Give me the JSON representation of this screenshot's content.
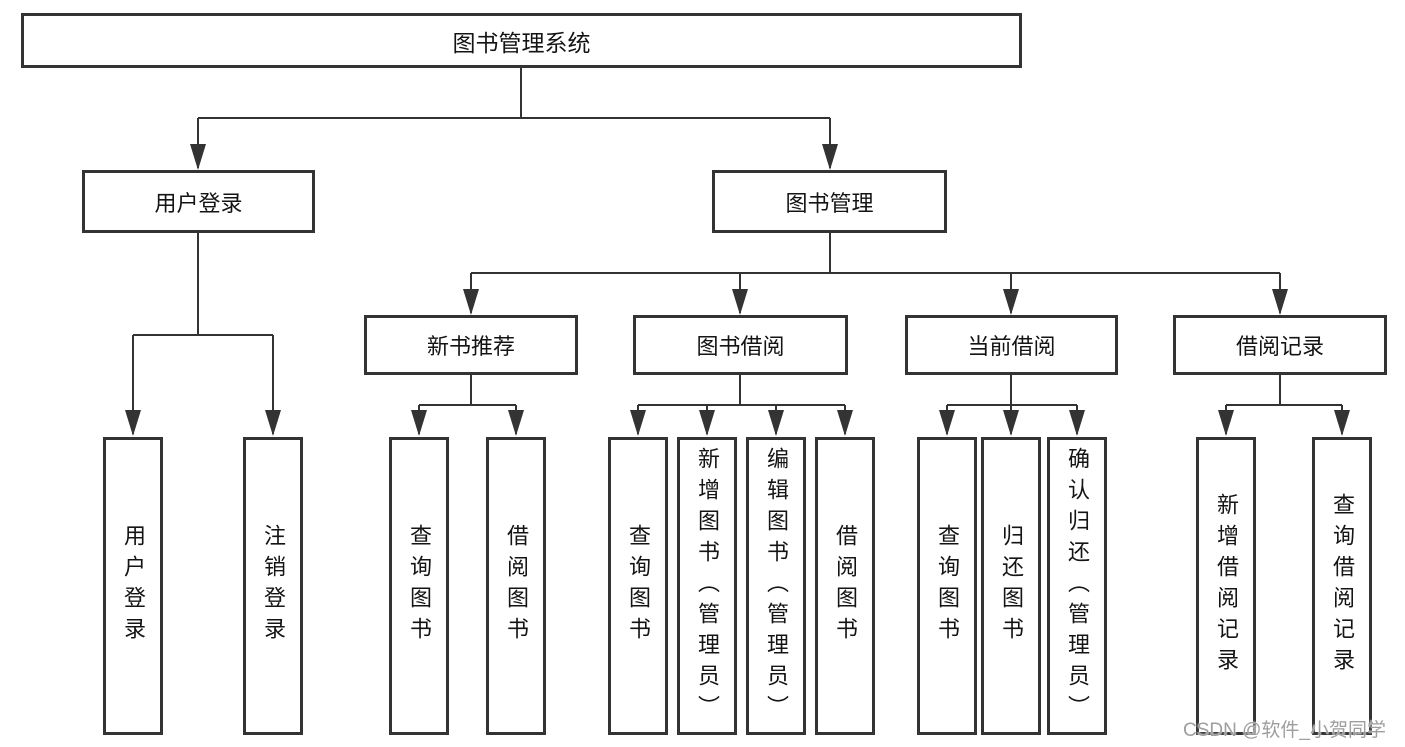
{
  "colors": {
    "background": "#ffffff",
    "line": "#333333",
    "box_border": "#333333",
    "text": "#141414",
    "watermark": "#9e9e9e"
  },
  "watermark": {
    "text": "CSDN @软件_小贺同学"
  },
  "tree": {
    "root": {
      "label": "图书管理系统"
    },
    "branches": [
      {
        "label": "用户登录",
        "children": [
          {
            "label": "用户登录"
          },
          {
            "label": "注销登录"
          }
        ]
      },
      {
        "label": "图书管理",
        "groups": [
          {
            "label": "新书推荐",
            "children": [
              {
                "label": "查询图书"
              },
              {
                "label": "借阅图书"
              }
            ]
          },
          {
            "label": "图书借阅",
            "children": [
              {
                "label": "查询图书"
              },
              {
                "label": "新增图书（管理员）"
              },
              {
                "label": "编辑图书（管理员）"
              },
              {
                "label": "借阅图书"
              }
            ]
          },
          {
            "label": "当前借阅",
            "children": [
              {
                "label": "查询图书"
              },
              {
                "label": "归还图书"
              },
              {
                "label": "确认归还（管理员）"
              }
            ]
          },
          {
            "label": "借阅记录",
            "children": [
              {
                "label": "新增借阅记录"
              },
              {
                "label": "查询借阅记录"
              }
            ]
          }
        ]
      }
    ]
  }
}
